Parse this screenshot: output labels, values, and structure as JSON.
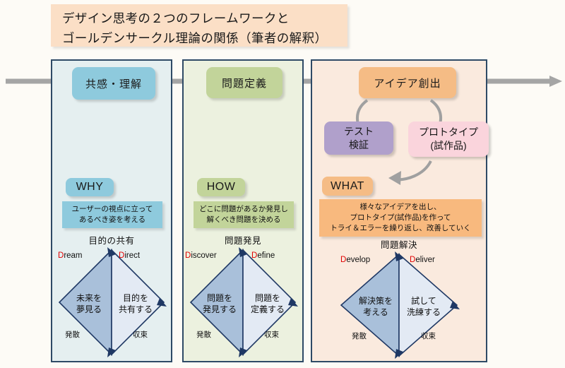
{
  "title": {
    "line1": "デザイン思考の２つのフレームワークと",
    "line2": "ゴールデンサークル理論の関係（筆者の解釈）"
  },
  "timeline": {
    "name": "process-timeline-arrow",
    "color": "#a5a5a5"
  },
  "colors": {
    "panel1_bg": "#e5eff0",
    "panel2_bg": "#ecf1df",
    "panel3_bg": "#faeade",
    "accent1": "#8ecadd",
    "accent2": "#c2d49a",
    "accent3": "#f5bc85",
    "test_box": "#b0a0cb",
    "proto_box": "#fad4dc",
    "diamond_left": "#a9c0da",
    "diamond_right": "#e3eaf4",
    "diamond_stroke": "#1f3864",
    "panel_border": "#2e4a66",
    "title_bg": "#fbdfc6",
    "initial_letter": "#e00000"
  },
  "columns": [
    {
      "phase_label": "共感・理解",
      "keyword": "WHY",
      "description_lines": [
        "ユーザーの視点に立って",
        "あるべき姿を考える"
      ],
      "diamond": {
        "title": "目的の共有",
        "left_caption_initial": "D",
        "left_caption_rest": "ream",
        "right_caption_initial": "D",
        "right_caption_rest": "irect",
        "left_inner": [
          "未来を",
          "夢見る"
        ],
        "right_inner": [
          "目的を",
          "共有する"
        ],
        "left_bottom": "発散",
        "right_bottom": "収束"
      }
    },
    {
      "phase_label": "問題定義",
      "keyword": "HOW",
      "description_lines": [
        "どこに問題があるか発見し",
        "解くべき問題を決める"
      ],
      "diamond": {
        "title": "問題発見",
        "left_caption_initial": "D",
        "left_caption_rest": "iscover",
        "right_caption_initial": "D",
        "right_caption_rest": "efine",
        "left_inner": [
          "問題を",
          "発見する"
        ],
        "right_inner": [
          "問題を",
          "定義する"
        ],
        "left_bottom": "発散",
        "right_bottom": "収束"
      }
    },
    {
      "phase_label": "アイデア創出",
      "keyword": "WHAT",
      "description_lines": [
        "様々なアイデアを出し、",
        "プロトタイプ(試作品)を作って",
        "トライ＆エラーを繰り返し、改善していく"
      ],
      "cycle": {
        "test_lines": [
          "テスト",
          "検証"
        ],
        "proto_lines": [
          "プロトタイプ",
          "(試作品)"
        ]
      },
      "diamond": {
        "title": "問題解決",
        "left_caption_initial": "D",
        "left_caption_rest": "evelop",
        "right_caption_initial": "D",
        "right_caption_rest": "eliver",
        "left_inner": [
          "解決策を",
          "考える"
        ],
        "right_inner": [
          "試して",
          "洗練する"
        ],
        "left_bottom": "発散",
        "right_bottom": "収束"
      }
    }
  ]
}
